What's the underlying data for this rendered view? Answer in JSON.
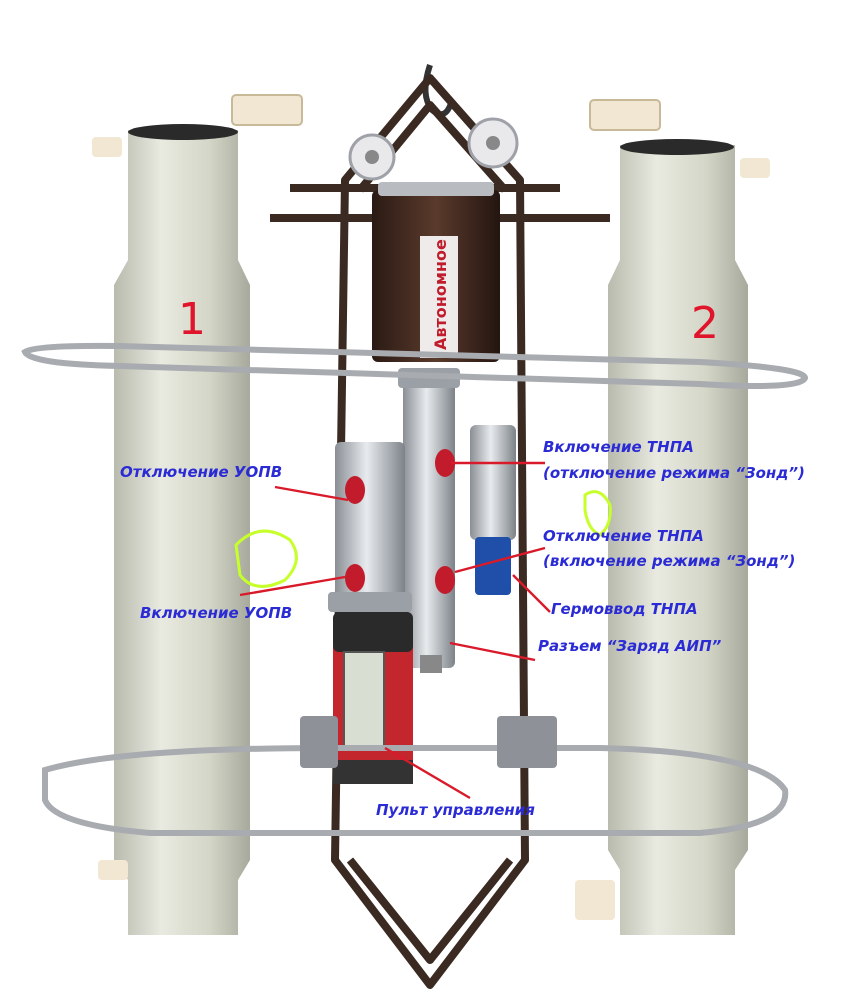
{
  "colors": {
    "label_text": "#2b2bd6",
    "number_text": "#e0142b",
    "pointer_line": "#d91a2a"
  },
  "cylinder_numbers": {
    "left": "1",
    "right": "2"
  },
  "vessel_label": "Автономное",
  "callouts": {
    "uopv_off": "Отключение УОПВ",
    "uopv_on": "Включение УОПВ",
    "tnpa_on_line1": "Включение ТНПА",
    "tnpa_on_line2": "(отключение режима “Зонд”)",
    "tnpa_off_line1": "Отключение ТНПА",
    "tnpa_off_line2": "(включение режима “Зонд”)",
    "germovvod": "Гермоввод ТНПА",
    "charge_connector": "Разъем “Заряд АИП”",
    "control_panel": "Пульт управления"
  }
}
